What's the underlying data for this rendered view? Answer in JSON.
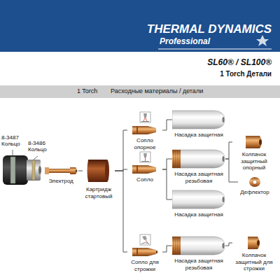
{
  "diagram": {
    "title": "SL60® / SL100®",
    "nodes": [
      {
        "text": [
          "Электрод"
        ]
      },
      {
        "text": [
          "Картридж стартовый"
        ]
      },
      {
        "text": [
          "Сопло опорное"
        ]
      },
      {
        "text": [
          "Сопло"
        ]
      },
      {
        "text": [
          "Сопло для строжки"
        ]
      },
      {
        "text": [
          "Насадка защитная"
        ]
      },
      {
        "text": [
          "Насадка защитная резьбовая"
        ]
      },
      {
        "text": [
          "Насадка защитная"
        ]
      },
      {
        "text": [
          "Насадка защитная резьбовая"
        ]
      },
      {
        "text": [
          "Колпачок защитный опорный"
        ]
      },
      {
        "text": [
          "Дефлектор"
        ]
      },
      {
        "text": [
          "Колпачок защитный для строжки"
        ]
      }
    ],
    "edges": [
      {
        "from": 0,
        "to": 1,
        "arrow": "none"
      },
      {
        "from": 1,
        "to": 2,
        "arrow": "none"
      },
      {
        "from": 1,
        "to": 3,
        "arrow": "none"
      },
      {
        "from": 1,
        "to": 4,
        "arrow": "none"
      },
      {
        "from": 2,
        "to": 5,
        "arrow": "none"
      },
      {
        "from": 3,
        "to": 6,
        "arrow": "none"
      },
      {
        "from": 3,
        "to": 7,
        "arrow": "none"
      },
      {
        "from": 4,
        "to": 8,
        "arrow": "none"
      },
      {
        "from": 6,
        "to": 9,
        "arrow": "none"
      },
      {
        "from": 6,
        "to": 10,
        "arrow": "none"
      },
      {
        "from": 8,
        "to": 11,
        "arrow": "none"
      }
    ],
    "labels": [
      "THERMAL DYNAMICS",
      "Professional",
      "1 Torch Детали",
      "1 Torch",
      "Расходные материалы / детали",
      "8-3487 Кольцо",
      "8-3486 Кольцо"
    ]
  }
}
